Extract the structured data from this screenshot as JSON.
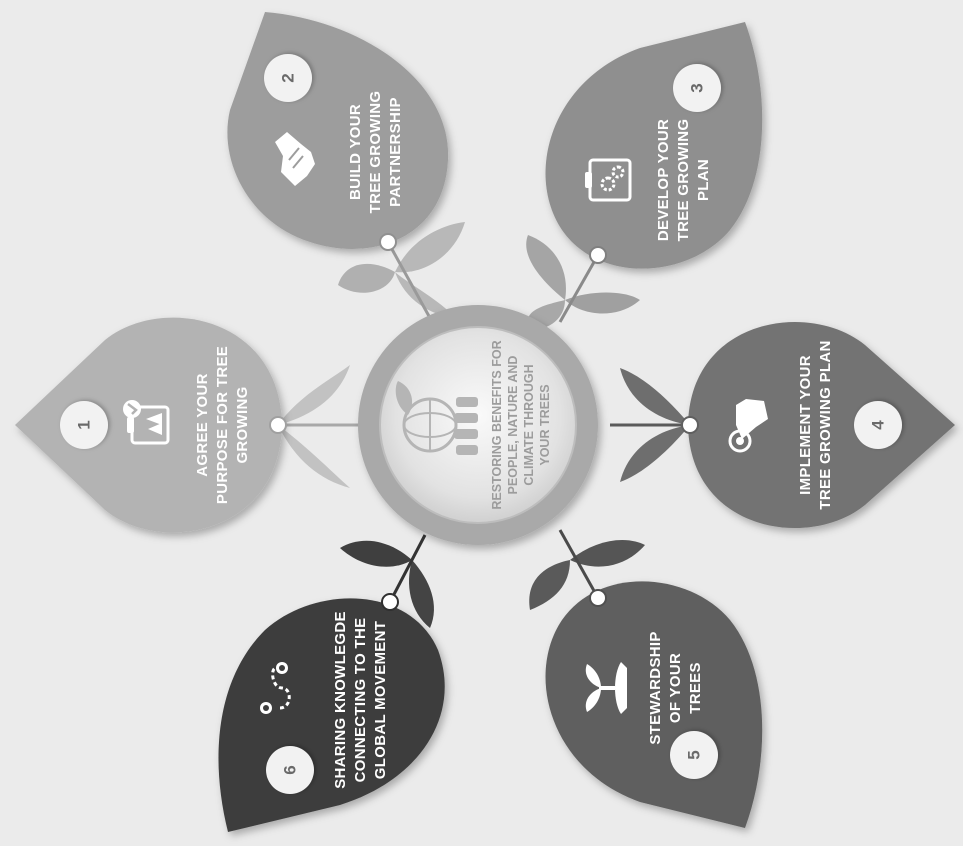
{
  "center": {
    "lines": [
      "RESTORING BENEFITS FOR",
      "PEOPLE, NATURE AND",
      "CLIMATE THROUGH",
      "YOUR TREES"
    ],
    "icon": "globe-leaf-people-icon"
  },
  "steps": [
    {
      "number": "1",
      "lines": [
        "AGREE YOUR",
        "PURPOSE FOR TREE",
        "GROWING"
      ],
      "icon": "clipboard-trees-check-icon",
      "color": "#b3b3b3"
    },
    {
      "number": "2",
      "lines": [
        "BUILD YOUR",
        "TREE GROWING",
        "PARTNERSHIP"
      ],
      "icon": "handshake-icon",
      "color": "#9d9d9d"
    },
    {
      "number": "3",
      "lines": [
        "DEVELOP YOUR",
        "TREE GROWING",
        "PLAN"
      ],
      "icon": "clipboard-gears-icon",
      "color": "#8f8f8f"
    },
    {
      "number": "4",
      "lines": [
        "IMPLEMENT YOUR",
        "TREE GROWING PLAN"
      ],
      "icon": "finger-touch-icon",
      "color": "#737373"
    },
    {
      "number": "5",
      "lines": [
        "STEWARDSHIP",
        "OF YOUR",
        "TREES"
      ],
      "icon": "hand-seedling-icon",
      "color": "#5e5e5e"
    },
    {
      "number": "6",
      "lines": [
        "SHARING KNOWLEGDE",
        "CONNECTING TO THE",
        "GLOBAL MOVEMENT"
      ],
      "icon": "route-pins-icon",
      "color": "#3d3d3d"
    }
  ]
}
